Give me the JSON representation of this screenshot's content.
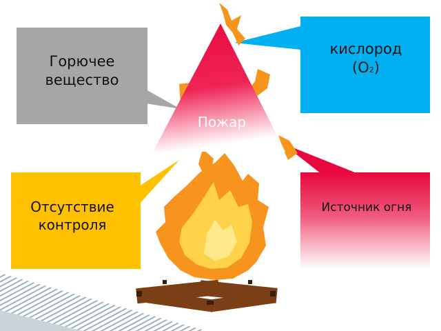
{
  "slide": {
    "fuel_box": {
      "text_line1": "Горючее",
      "text_line2": "вещество",
      "color": "#a6a6a6"
    },
    "oxygen_box": {
      "text": "кислород",
      "formula_open": "(O",
      "formula_sub": "2",
      "formula_close": ")",
      "color": "#00b0f0"
    },
    "fire_triangle": {
      "label": "Пожар",
      "color_top": "#e8083e",
      "color_bottom": "#ffffff"
    },
    "control_box": {
      "text_line1": "Отсутствие",
      "text_line2": "контроля",
      "color": "#ffc000"
    },
    "ignition_box": {
      "text": "Источник огня",
      "color_top": "#e8083e",
      "color_bottom": "#ffffff"
    },
    "campfire_icon": "campfire-icon",
    "corner_decoration_icon": "striped-corner-icon"
  }
}
